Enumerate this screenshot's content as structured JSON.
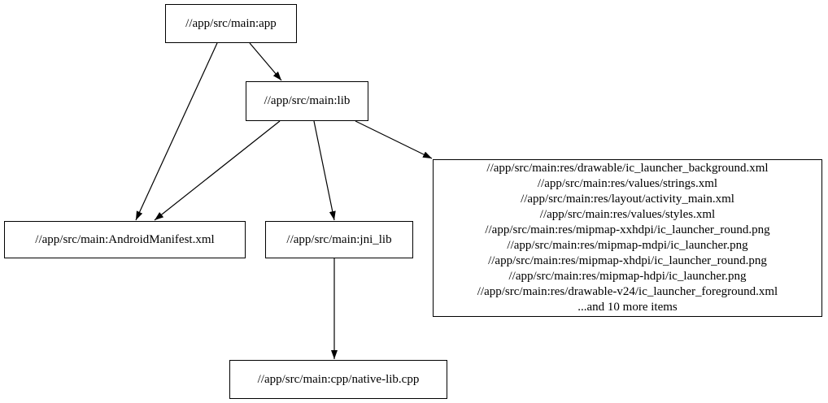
{
  "graph": {
    "background": "#ffffff",
    "node_border_color": "#000000",
    "edge_color": "#000000",
    "text_color": "#000000",
    "nodes": {
      "app": {
        "label": "//app/src/main:app"
      },
      "lib": {
        "label": "//app/src/main:lib"
      },
      "manifest": {
        "label": "//app/src/main:AndroidManifest.xml"
      },
      "jni_lib": {
        "label": "//app/src/main:jni_lib"
      },
      "res_group": {
        "lines": [
          "//app/src/main:res/drawable/ic_launcher_background.xml",
          "//app/src/main:res/values/strings.xml",
          "//app/src/main:res/layout/activity_main.xml",
          "//app/src/main:res/values/styles.xml",
          "//app/src/main:res/mipmap-xxhdpi/ic_launcher_round.png",
          "//app/src/main:res/mipmap-mdpi/ic_launcher.png",
          "//app/src/main:res/mipmap-xhdpi/ic_launcher_round.png",
          "//app/src/main:res/mipmap-hdpi/ic_launcher.png",
          "//app/src/main:res/drawable-v24/ic_launcher_foreground.xml",
          "...and 10 more items"
        ]
      },
      "native_lib": {
        "label": "//app/src/main:cpp/native-lib.cpp"
      }
    },
    "edges": [
      {
        "from": "//app/src/main:app",
        "to": "//app/src/main:lib"
      },
      {
        "from": "//app/src/main:app",
        "to": "//app/src/main:AndroidManifest.xml"
      },
      {
        "from": "//app/src/main:lib",
        "to": "//app/src/main:AndroidManifest.xml"
      },
      {
        "from": "//app/src/main:lib",
        "to": "//app/src/main:jni_lib"
      },
      {
        "from": "//app/src/main:lib",
        "to": "res_group"
      },
      {
        "from": "//app/src/main:jni_lib",
        "to": "//app/src/main:cpp/native-lib.cpp"
      }
    ]
  }
}
